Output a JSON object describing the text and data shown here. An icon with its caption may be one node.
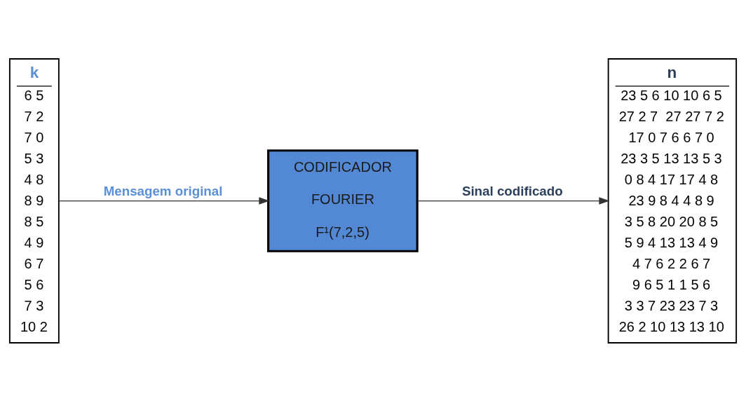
{
  "diagram": {
    "nodes": [
      {
        "text": [
          "k",
          "6 5",
          "7 2",
          "7 0",
          "5 3",
          "4 8",
          "8 9",
          "8 5",
          "4 9",
          "6 7",
          "5 6",
          "7 3",
          "10 2"
        ]
      },
      {
        "text": [
          "CODIFICADOR",
          "FOURIER",
          "F¹(7,2,5)"
        ]
      },
      {
        "text": [
          "n",
          "23 5 6 10 10 6 5",
          "27 2 7  27 27 7 2",
          "17 0 7 6 6 7 0",
          "23 3 5 13 13 5 3",
          "0 8 4 17 17 4 8",
          "23 9 8 4 4 8 9",
          "3 5 8 20 20 8 5",
          "5 9 4 13 13 4 9",
          "4 7 6 2 2 6 7",
          "9 6 5 1 1 5 6",
          "3 3 7 23 23 7 3",
          "26 2 10 13 13 10"
        ]
      }
    ],
    "edges": [
      {
        "from": 0,
        "to": 1,
        "arrow": "to",
        "label": "Mensagem original"
      },
      {
        "from": 1,
        "to": 2,
        "arrow": "to",
        "label": "Sinal codificado"
      }
    ]
  }
}
